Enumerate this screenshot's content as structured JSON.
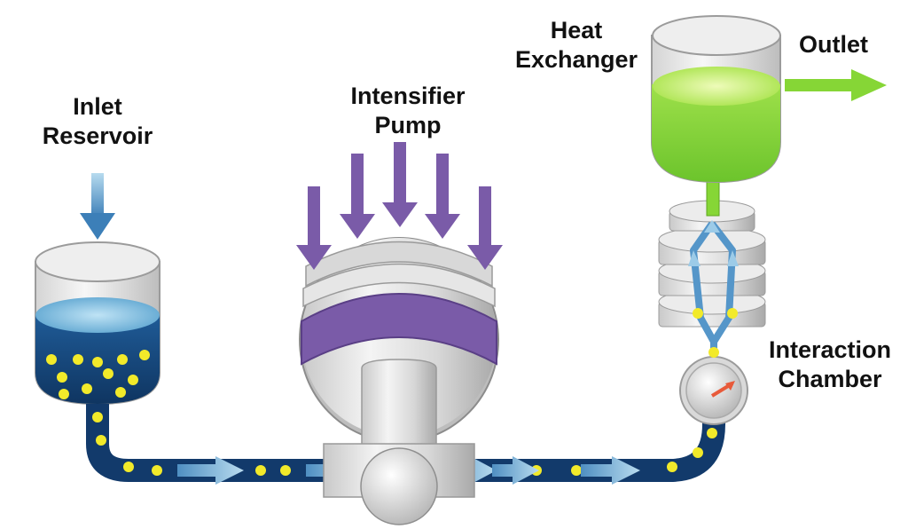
{
  "labels": {
    "inlet_reservoir": [
      "Inlet",
      "Reservoir"
    ],
    "intensifier_pump": [
      "Intensifier",
      "Pump"
    ],
    "heat_exchanger": [
      "Heat",
      "Exchanger"
    ],
    "outlet": "Outlet",
    "interaction_chamber": [
      "Interaction",
      "Chamber"
    ]
  },
  "colors": {
    "pipe": "#123a6b",
    "particle": "#f2ea2a",
    "flow_arrow": "#8fc3e0",
    "pump_arrow": "#7a5ba8",
    "pump_band": "#7a5ba8",
    "outlet_fluid": "#86d636",
    "reservoir_fluid": "#1b4e86",
    "chamber_arrow": "#e85a3a"
  }
}
